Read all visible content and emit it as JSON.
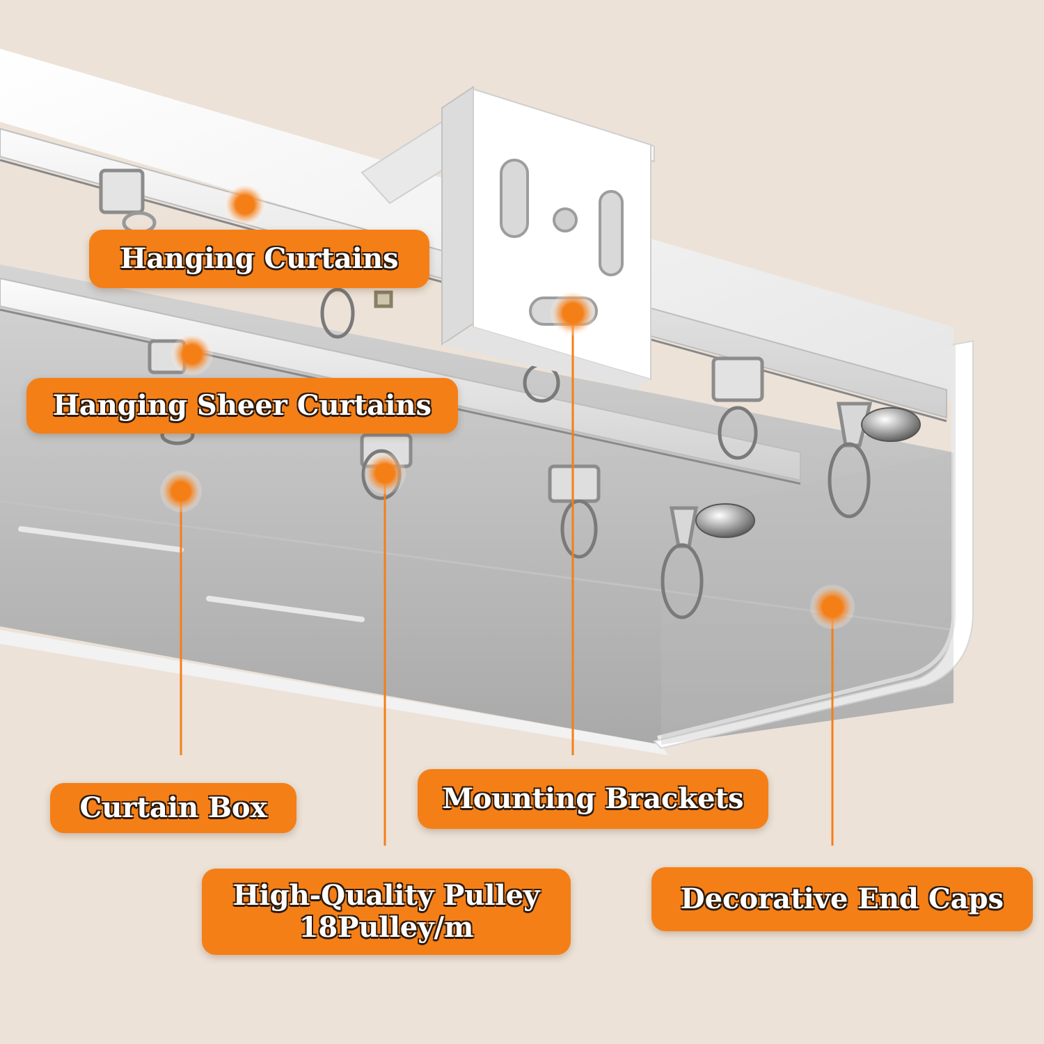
{
  "diagram": {
    "labels": {
      "hanging_curtains": "Hanging Curtains",
      "hanging_sheer_curtains": "Hanging Sheer Curtains",
      "curtain_box": "Curtain Box",
      "mounting_brackets": "Mounting Brackets",
      "pulley_line1": "High-Quality Pulley",
      "pulley_line2": "18Pulley/m",
      "end_caps": "Decorative End Caps"
    },
    "colors": {
      "background": "#ece2d8",
      "callout": "#f57f17",
      "leader": "#f57f17",
      "track": "#f4f4f4"
    }
  }
}
